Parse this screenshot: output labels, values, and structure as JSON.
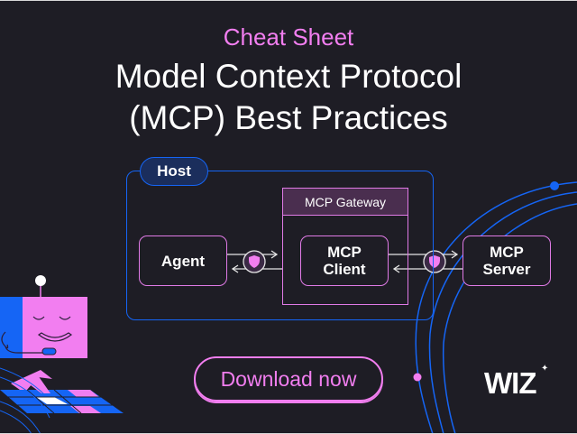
{
  "header": {
    "eyebrow": "Cheat Sheet",
    "title_line1": "Model Context Protocol",
    "title_line2": "(MCP) Best Practices"
  },
  "diagram": {
    "host_label": "Host",
    "gateway_label": "MCP Gateway",
    "nodes": {
      "agent": "Agent",
      "client_line1": "MCP",
      "client_line2": "Client",
      "server_line1": "MCP",
      "server_line2": "Server"
    },
    "connector_icon": "shield-icon"
  },
  "cta": {
    "label": "Download now"
  },
  "brand": {
    "logo": "WIZ",
    "sparkle": "✦"
  },
  "colors": {
    "background": "#1e1d25",
    "accent_pink": "#f27ef0",
    "accent_blue": "#1565f5",
    "text": "#ffffff"
  }
}
